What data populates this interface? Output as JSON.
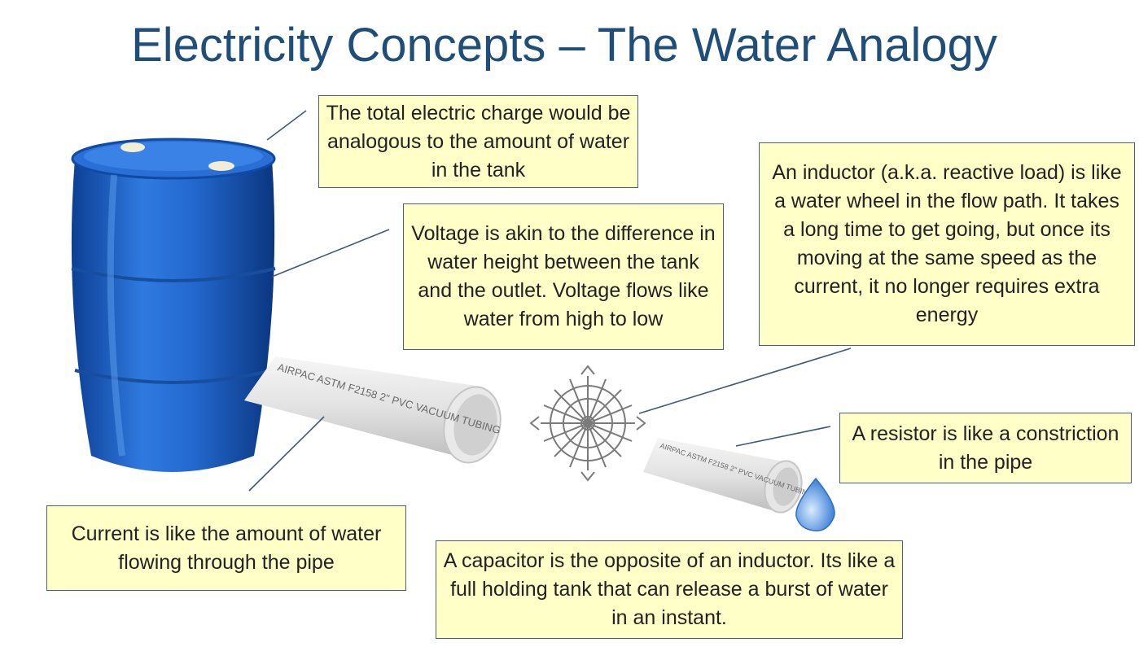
{
  "slide": {
    "title": "Electricity Concepts – The Water Analogy"
  },
  "callouts": {
    "charge": "The total electric charge would be analogous to the amount of water in the tank",
    "voltage": "Voltage is akin to the difference in water height between the tank and the outlet. Voltage flows like water from high to low",
    "inductor": "An inductor (a.k.a. reactive load) is like a water wheel in the flow path. It takes a long time to get going, but once its moving at the same speed as the current, it no longer requires extra energy",
    "resistor": "A resistor is like a constriction in the pipe",
    "current": "Current is like the amount of water flowing through the pipe",
    "capacitor": "A capacitor is the opposite of an inductor. Its like a full holding tank that can release a burst of water in an instant."
  },
  "pipe_print": {
    "large": "AIRPAC ASTM F2158 2\" PVC VACUUM TUBING",
    "small": "AIRPAC ASTM F2158 2\" PVC VACUUM TUBING"
  },
  "colors": {
    "title": "#1f4e79",
    "callout_fill": "#ffffc8",
    "barrel": "#1f63c8",
    "leader_line": "#3d5a78"
  }
}
